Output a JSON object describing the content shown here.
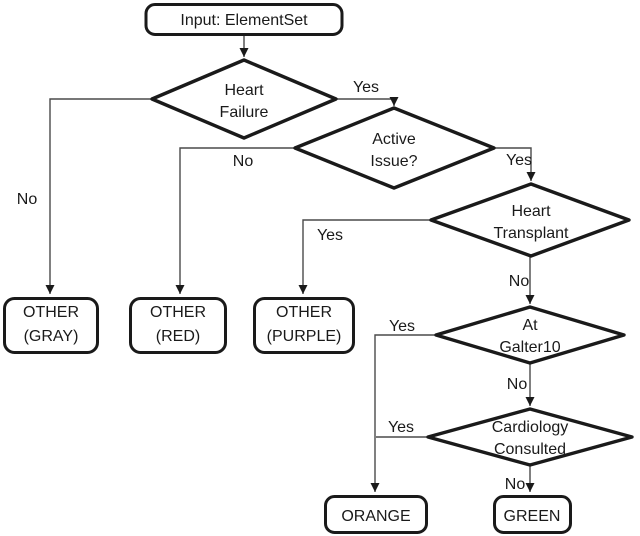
{
  "figure": {
    "type": "flowchart",
    "colors": {
      "ink": "#1a1a1a",
      "wire": "#4a4a4a",
      "background": "#ffffff"
    },
    "nodes": {
      "input": {
        "kind": "terminator",
        "label": "Input: ElementSet"
      },
      "heart_failure": {
        "kind": "decision",
        "lines": [
          "Heart",
          "Failure"
        ]
      },
      "active_issue": {
        "kind": "decision",
        "lines": [
          "Active",
          "Issue?"
        ]
      },
      "heart_transplant": {
        "kind": "decision",
        "lines": [
          "Heart",
          "Transplant"
        ]
      },
      "at_galter10": {
        "kind": "decision",
        "lines": [
          "At",
          "Galter10"
        ]
      },
      "cardiology_consulted": {
        "kind": "decision",
        "lines": [
          "Cardiology",
          "Consulted"
        ]
      },
      "other_gray": {
        "kind": "terminator",
        "lines": [
          "OTHER",
          "(GRAY)"
        ]
      },
      "other_red": {
        "kind": "terminator",
        "lines": [
          "OTHER",
          "(RED)"
        ]
      },
      "other_purple": {
        "kind": "terminator",
        "lines": [
          "OTHER",
          "(PURPLE)"
        ]
      },
      "orange": {
        "kind": "terminator",
        "label": "ORANGE"
      },
      "green": {
        "kind": "terminator",
        "label": "GREEN"
      }
    },
    "edges": [
      {
        "from": "input",
        "to": "heart_failure",
        "label": ""
      },
      {
        "from": "heart_failure",
        "to": "other_gray",
        "label": "No"
      },
      {
        "from": "heart_failure",
        "to": "active_issue",
        "label": "Yes"
      },
      {
        "from": "active_issue",
        "to": "other_red",
        "label": "No"
      },
      {
        "from": "active_issue",
        "to": "heart_transplant",
        "label": "Yes"
      },
      {
        "from": "heart_transplant",
        "to": "other_purple",
        "label": "Yes"
      },
      {
        "from": "heart_transplant",
        "to": "at_galter10",
        "label": "No"
      },
      {
        "from": "at_galter10",
        "to": "orange",
        "label": "Yes"
      },
      {
        "from": "at_galter10",
        "to": "cardiology_consulted",
        "label": "No"
      },
      {
        "from": "cardiology_consulted",
        "to": "orange",
        "label": "Yes"
      },
      {
        "from": "cardiology_consulted",
        "to": "green",
        "label": "No"
      }
    ]
  }
}
